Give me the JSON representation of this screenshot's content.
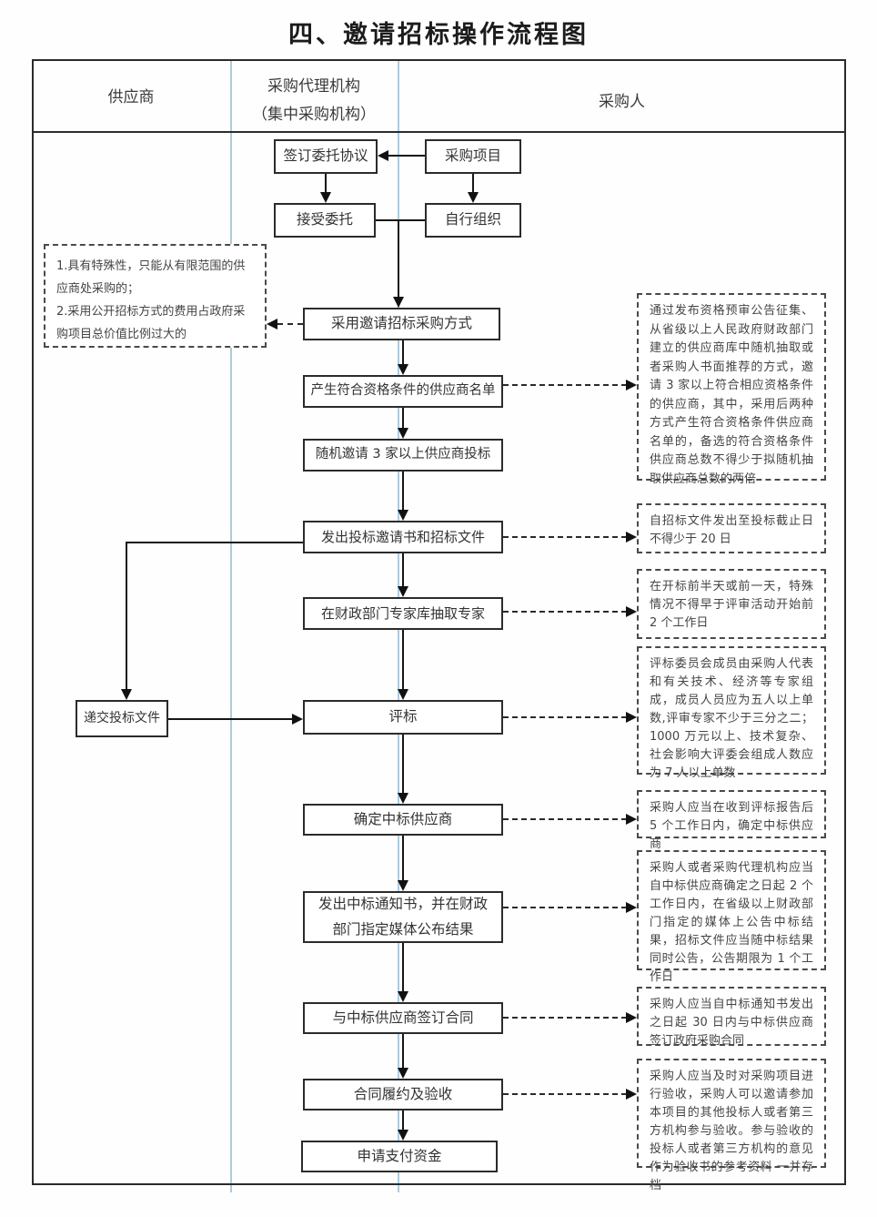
{
  "title": "四、邀请招标操作流程图",
  "columns": {
    "supplier": "供应商",
    "agency_line1": "采购代理机构",
    "agency_line2": "（集中采购机构）",
    "purchaser": "采购人"
  },
  "boxes": {
    "sign_agreement": "签订委托协议",
    "procurement_project": "采购项目",
    "accept_entrustment": "接受委托",
    "self_organize": "自行组织",
    "adopt_method": "采用邀请招标采购方式",
    "generate_list": "产生符合资格条件的供应商名单",
    "random_invite": "随机邀请 3 家以上供应商投标",
    "issue_invitation": "发出投标邀请书和招标文件",
    "extract_experts": "在财政部门专家库抽取专家",
    "evaluation": "评标",
    "determine_winner": "确定中标供应商",
    "issue_notice": "发出中标通知书，并在财政部门指定媒体公布结果",
    "sign_contract": "与中标供应商签订合同",
    "performance_acceptance": "合同履约及验收",
    "apply_payment": "申请支付资金",
    "submit_bid": "递交投标文件"
  },
  "left_note": {
    "line1": "1.具有特殊性，只能从有限范围的供应商处采购的；",
    "line2": "2.采用公开招标方式的费用占政府采购项目总价值比例过大的"
  },
  "right_notes": [
    {
      "text": "通过发布资格预审公告征集、从省级以上人民政府财政部门建立的供应商库中随机抽取或者采购人书面推荐的方式，邀请 3 家以上符合相应资格条件的供应商，其中，采用后两种方式产生符合资格条件供应商名单的，备选的符合资格条件供应商总数不得少于拟随机抽取供应商总数的两倍"
    },
    {
      "text": "自招标文件发出至投标截止日不得少于 20 日"
    },
    {
      "text": "在开标前半天或前一天，特殊情况不得早于评审活动开始前 2 个工作日"
    },
    {
      "text": "评标委员会成员由采购人代表和有关技术、经济等专家组成，成员人员应为五人以上单数,评审专家不少于三分之二；1000 万元以上、技术复杂、社会影响大评委会组成人数应为 7 人以上单数"
    },
    {
      "text": "采购人应当在收到评标报告后 5 个工作日内，确定中标供应商"
    },
    {
      "text": "采购人或者采购代理机构应当自中标供应商确定之日起 2 个工作日内，在省级以上财政部门指定的媒体上公告中标结果，招标文件应当随中标结果同时公告，公告期限为 1 个工作日"
    },
    {
      "text": "采购人应当自中标通知书发出之日起 30 日内与中标供应商签订政府采购合同"
    },
    {
      "text": "采购人应当及时对采购项目进行验收，采购人可以邀请参加本项目的其他投标人或者第三方机构参与验收。参与验收的投标人或者第三方机构的意见作为验收书的参考资料 一并存档"
    }
  ]
}
